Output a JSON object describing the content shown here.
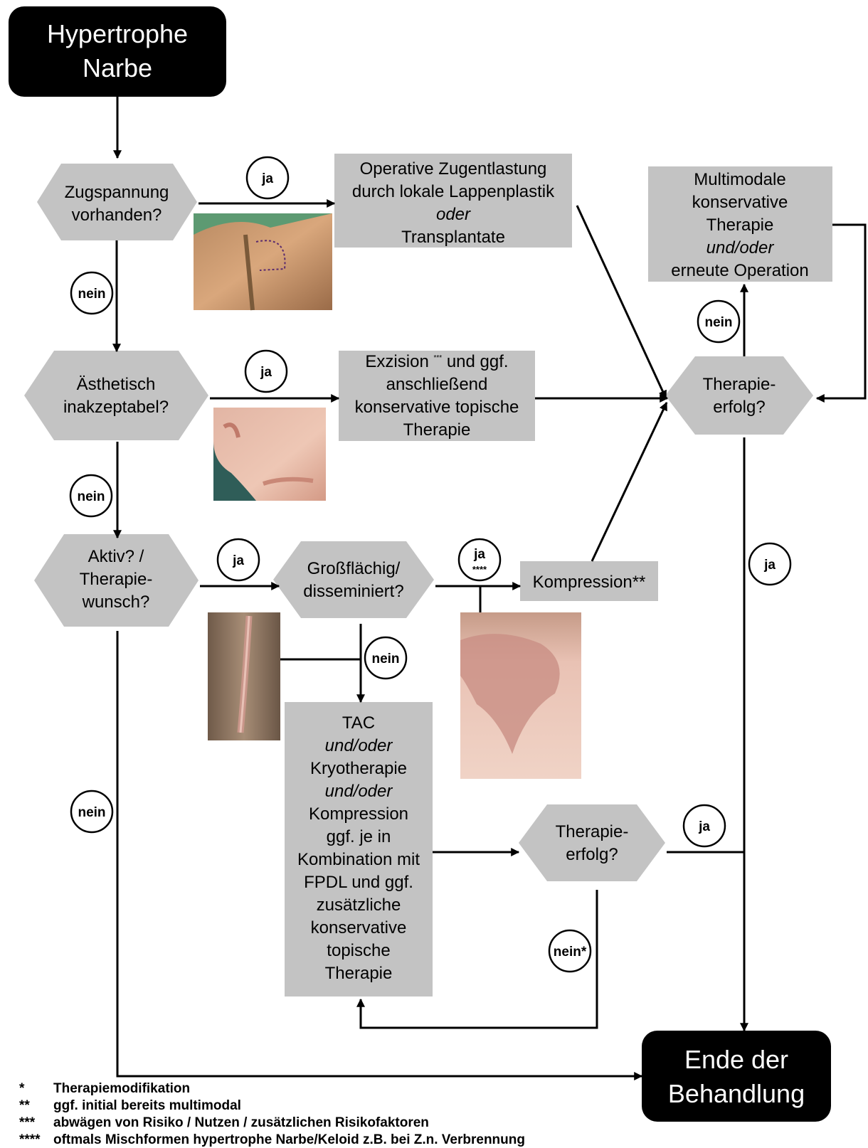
{
  "start": {
    "line1": "Hypertrophe",
    "line2": "Narbe"
  },
  "end": {
    "line1": "Ende der",
    "line2": "Behandlung"
  },
  "decisions": {
    "zug": {
      "line1": "Zugspannung",
      "line2": "vorhanden?"
    },
    "aesth": {
      "line1": "Ästhetisch",
      "line2": "inakzeptabel?"
    },
    "aktiv": {
      "line1": "Aktiv? /",
      "line2": "Therapie-",
      "line3": "wunsch?"
    },
    "gross": {
      "line1": "Großflächig/",
      "line2": "disseminiert?"
    },
    "erfolg_top": {
      "line1": "Therapie-",
      "line2": "erfolg?"
    },
    "erfolg_bottom": {
      "line1": "Therapie-",
      "line2": "erfolg?"
    }
  },
  "boxes": {
    "op": {
      "line1": "Operative Zugentlastung",
      "line2": "durch lokale Lappenplastik",
      "line3": "oder",
      "line4": "Transplantate"
    },
    "exz": {
      "line1a": "Exzision",
      "line1sup": "***",
      "line1b": "und ggf.",
      "line2": "anschließend",
      "line3": "konservative topische",
      "line4": "Therapie"
    },
    "multi": {
      "line1": "Multimodale",
      "line2": "konservative",
      "line3": "Therapie",
      "line4": "und/oder",
      "line5": "erneute Operation"
    },
    "kompression": {
      "text": "Kompression**"
    },
    "tac": {
      "lines": [
        "TAC",
        "und/oder",
        "Kryotherapie",
        "und/oder",
        "Kompression",
        "ggf. je in",
        "Kombination mit",
        "FPDL und ggf.",
        "zusätzliche",
        "konservative",
        "topische",
        "Therapie"
      ]
    }
  },
  "labels": {
    "ja": "ja",
    "nein": "nein",
    "ja_stars": "****",
    "nein_star": "nein*"
  },
  "footnotes": [
    {
      "mark": "*",
      "text": "Therapiemodifikation"
    },
    {
      "mark": "**",
      "text": "ggf. initial bereits multimodal"
    },
    {
      "mark": "***",
      "text": "abwägen von Risiko / Nutzen / zusätzlichen Risikofaktoren"
    },
    {
      "mark": "****",
      "text": "oftmals Mischformen hypertrophe Narbe/Keloid z.B. bei  Z.n. Verbrennung"
    }
  ],
  "colors": {
    "terminal": "#000000",
    "shape_fill": "#c3c3c3",
    "line": "#000000",
    "background": "#ffffff"
  }
}
